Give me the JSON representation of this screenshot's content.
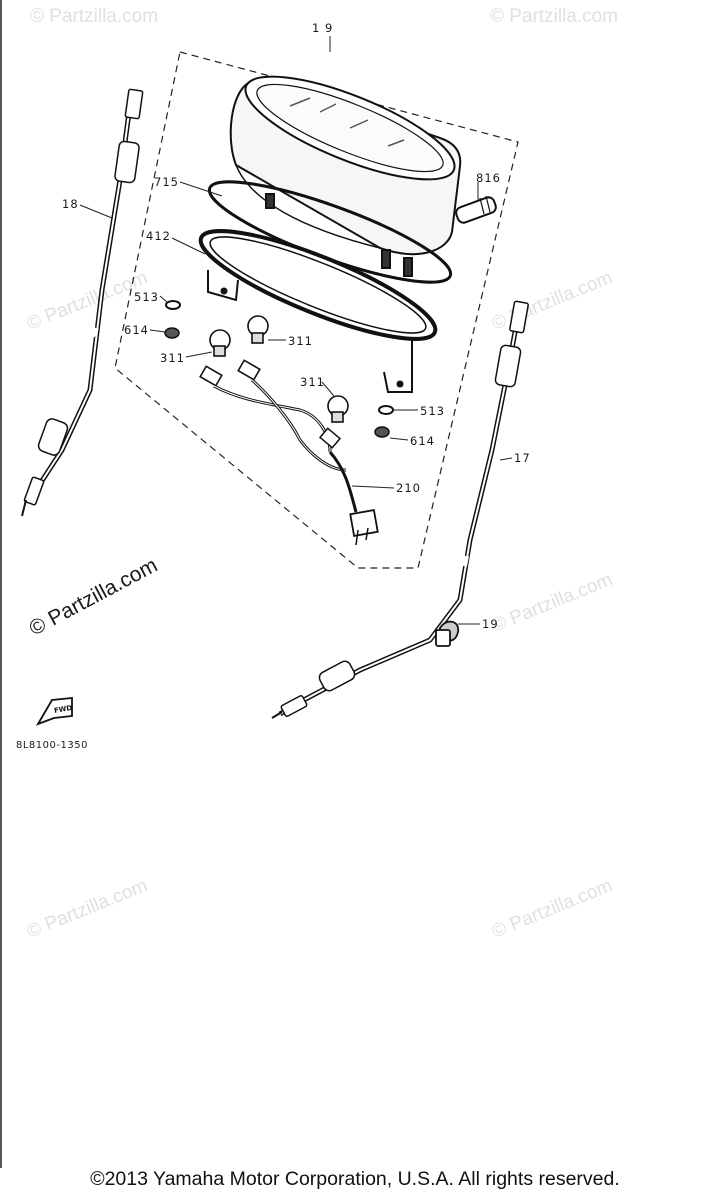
{
  "callouts": {
    "c19": "1 9",
    "c715": "715",
    "c816": "816",
    "c412": "412",
    "c18": "18",
    "c513a": "513",
    "c614a": "614",
    "c311a": "311",
    "c311b": "311",
    "c311c": "311",
    "c513b": "513",
    "c614b": "614",
    "c17": "17",
    "c210": "210",
    "c19b": "19"
  },
  "fwd_label": "FWD",
  "diagram_code": "8L8100-1350",
  "watermark_dark": "© Partzilla.com",
  "watermark": "© Partzilla.com",
  "copyright": "©2013 Yamaha Motor Corporation, U.S.A. All rights reserved."
}
